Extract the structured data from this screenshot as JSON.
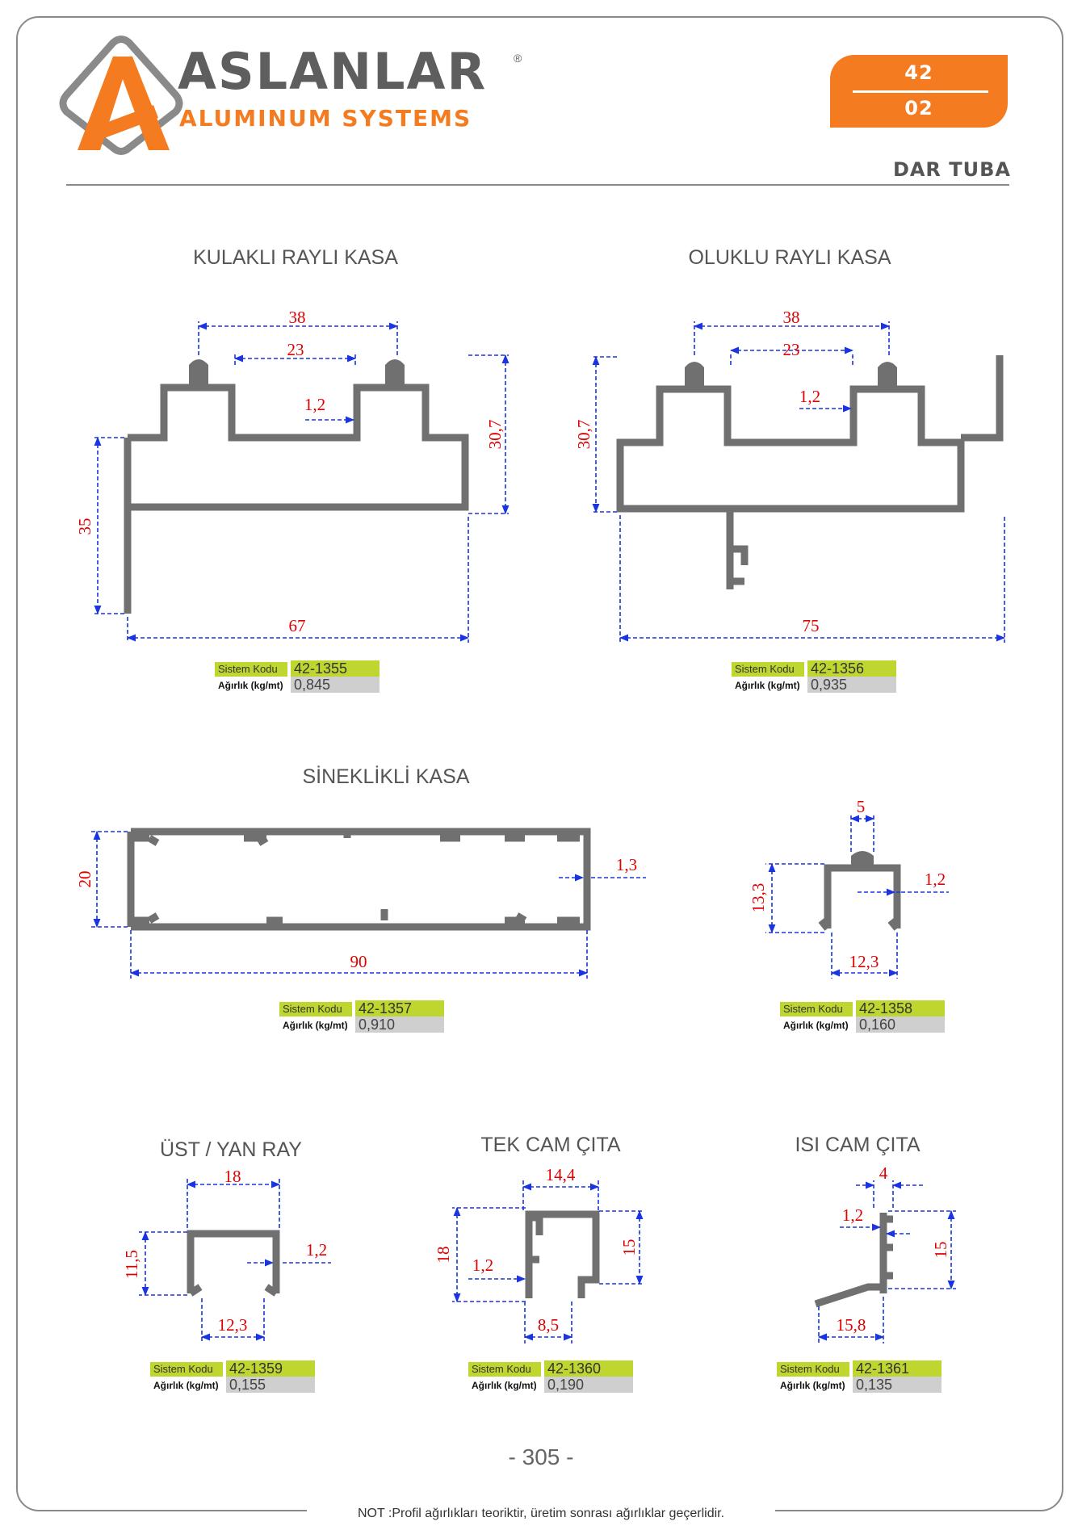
{
  "brand": {
    "name": "ASLANLAR",
    "registered": "®",
    "tagline": "ALUMINUM SYSTEMS"
  },
  "badge": {
    "top": "42",
    "bottom": "02"
  },
  "series": "DAR TUBA",
  "colors": {
    "accent": "#f47b20",
    "profile": "#707070",
    "dimension_line": "#1a35e0",
    "dimension_text": "#e00000",
    "code_bg": "#bed62f",
    "weight_bg": "#cfcfcf"
  },
  "labels": {
    "code": "Sistem Kodu",
    "weight": "Ağırlık (kg/mt)"
  },
  "profiles": [
    {
      "title": "KULAKLI RAYLI KASA",
      "code": "42-1355",
      "weight": "0,845",
      "dims": [
        "38",
        "23",
        "1,2",
        "30,7",
        "35",
        "67"
      ]
    },
    {
      "title": "OLUKLU RAYLI KASA",
      "code": "42-1356",
      "weight": "0,935",
      "dims": [
        "38",
        "23",
        "1,2",
        "30,7",
        "75"
      ]
    },
    {
      "title": "SİNEKLİKLİ KASA",
      "code": "42-1357",
      "weight": "0,910",
      "dims": [
        "20",
        "1,3",
        "90"
      ]
    },
    {
      "title": "",
      "code": "42-1358",
      "weight": "0,160",
      "dims": [
        "5",
        "1,2",
        "13,3",
        "12,3"
      ]
    },
    {
      "title": "ÜST / YAN RAY",
      "code": "42-1359",
      "weight": "0,155",
      "dims": [
        "18",
        "11,5",
        "1,2",
        "12,3"
      ]
    },
    {
      "title": "TEK CAM ÇITA",
      "code": "42-1360",
      "weight": "0,190",
      "dims": [
        "14,4",
        "18",
        "15",
        "1,2",
        "8,5"
      ]
    },
    {
      "title": "ISI CAM ÇITA",
      "code": "42-1361",
      "weight": "0,135",
      "dims": [
        "4",
        "1,2",
        "15",
        "15,8"
      ]
    }
  ],
  "page_number": "- 305 -",
  "note": "NOT :Profil ağırlıkları teoriktir, üretim sonrası ağırlıklar geçerlidir."
}
